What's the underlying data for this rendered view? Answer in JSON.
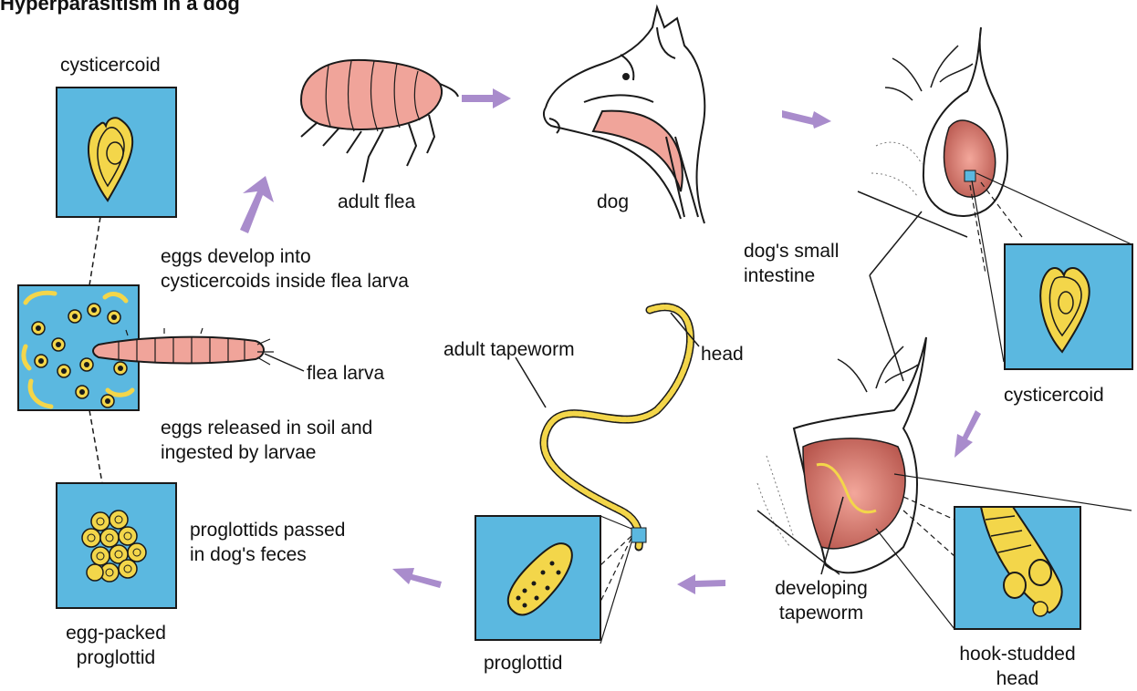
{
  "title": "Hyperparasitism in a dog",
  "labels": {
    "cysticercoid_top": "cysticercoid",
    "adult_flea": "adult flea",
    "dog": "dog",
    "dogs_small_intestine": "dog's small\nintestine",
    "cysticercoid_right": "cysticercoid",
    "eggs_develop": "eggs develop into\ncysticercoids inside flea larva",
    "flea_larva": "flea larva",
    "eggs_released": "eggs released in soil and\ningested by larvae",
    "adult_tapeworm": "adult tapeworm",
    "head": "head",
    "proglottids_passed": "proglottids passed\nin dog's feces",
    "egg_packed_proglottid": "egg-packed\nproglottid",
    "proglottid": "proglottid",
    "developing_tapeworm": "developing\ntapeworm",
    "hook_studded_head": "hook-studded\nhead"
  },
  "colors": {
    "panel_blue": "#5bb8e0",
    "cyst_yellow": "#f3d64a",
    "flea_pink": "#f0a49a",
    "arrow_purple": "#a98ccc",
    "outline": "#1a1a1a"
  }
}
